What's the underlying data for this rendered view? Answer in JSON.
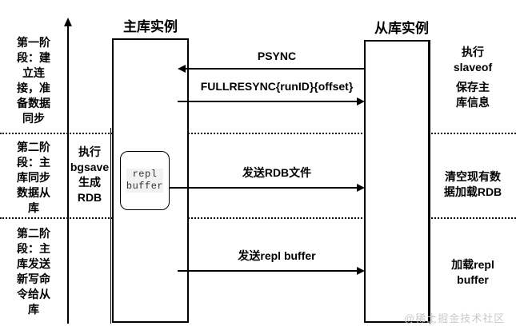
{
  "diagram": {
    "title_master": "主库实例",
    "title_slave": "从库实例",
    "watermark": "@稀土掘金技术社区",
    "colors": {
      "stroke": "#000000",
      "background": "#ffffff",
      "repl_text": "#333333",
      "repl_bg": "#f2f2f2",
      "watermark": "#c9c9c9"
    }
  },
  "phases": [
    {
      "id": "phase-1",
      "left_label": "第一阶段：建立连接，准备数据同步",
      "master_note": "",
      "slave_notes": [
        "执行\nslaveof",
        "保存主\n库信息"
      ],
      "slave_note_1": "执行 slaveof",
      "slave_note_2": "保存主库信息"
    },
    {
      "id": "phase-2",
      "left_label": "第二阶段：主库同步数据从库",
      "master_note": "执行 bgsave 生成 RDB",
      "slave_note_1": "清空现有数据加载RDB"
    },
    {
      "id": "phase-3",
      "left_label": "第二阶段：主库发送新写命令给从库",
      "master_note": "",
      "slave_note_1": "加载repl buffer"
    }
  ],
  "left_column": {
    "phase1_lines": [
      "第一阶",
      "段：建",
      "立连",
      "接，准",
      "备数据",
      "同步"
    ],
    "phase2_lines": [
      "第二阶",
      "段：主",
      "库同步",
      "数据从",
      "库"
    ],
    "phase3_lines": [
      "第二阶",
      "段：主",
      "库发送",
      "新写命",
      "令给从",
      "库"
    ]
  },
  "master_column": {
    "phase2_lines": [
      "执行",
      "bgsave",
      "生成",
      "RDB"
    ]
  },
  "master_box": {
    "repl_buffer_lines": [
      "repl",
      "buffer"
    ]
  },
  "slave_column": {
    "phase1_block1_lines": [
      "执行",
      "slaveof"
    ],
    "phase1_block2_lines": [
      "保存主",
      "库信息"
    ],
    "phase2_lines": [
      "清空现有数",
      "据加载RDB"
    ],
    "phase3_lines": [
      "加载repl",
      "buffer"
    ]
  },
  "messages": [
    {
      "id": "msg-psync",
      "label": "PSYNC",
      "direction": "right-to-left",
      "from": "slave",
      "to": "master"
    },
    {
      "id": "msg-fullresync",
      "label": "FULLRESYNC{runID}{offset}",
      "direction": "left-to-right",
      "from": "master",
      "to": "slave"
    },
    {
      "id": "msg-send-rdb",
      "label": "发送RDB文件",
      "direction": "left-to-right",
      "from": "master",
      "to": "slave"
    },
    {
      "id": "msg-send-repl-buffer",
      "label": "发送repl buffer",
      "direction": "left-to-right",
      "from": "master",
      "to": "slave"
    }
  ]
}
